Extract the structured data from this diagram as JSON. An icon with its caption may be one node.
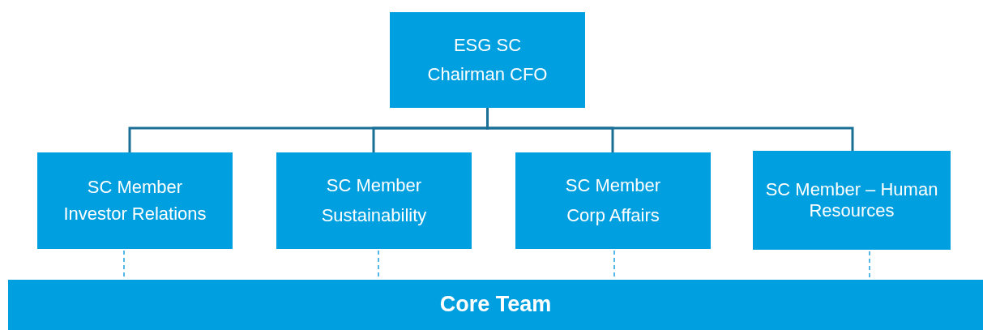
{
  "diagram": {
    "nodes": [
      {
        "text": [
          "ESG SC",
          "Chairman CFO"
        ]
      },
      {
        "text": [
          "SC Member",
          "Investor Relations"
        ]
      },
      {
        "text": [
          "SC Member",
          "Sustainability"
        ]
      },
      {
        "text": [
          "SC Member",
          "Corp Affairs"
        ]
      },
      {
        "text": [
          "SC Member – Human Resources"
        ]
      },
      {
        "text": [
          "Core Team"
        ]
      }
    ],
    "edges": [
      {
        "from": 0,
        "to": 1,
        "arrow": "none",
        "color": "#1a6f96"
      },
      {
        "from": 0,
        "to": 2,
        "arrow": "none",
        "color": "#1a6f96"
      },
      {
        "from": 0,
        "to": 3,
        "arrow": "none",
        "color": "#1a6f96"
      },
      {
        "from": 0,
        "to": 4,
        "arrow": "none",
        "color": "#1a6f96"
      },
      {
        "from": 1,
        "to": 5,
        "arrow": "none",
        "style": "dashed",
        "color": "#1ba1e2"
      },
      {
        "from": 2,
        "to": 5,
        "arrow": "none",
        "style": "dashed",
        "color": "#1ba1e2"
      },
      {
        "from": 3,
        "to": 5,
        "arrow": "none",
        "style": "dashed",
        "color": "#1ba1e2"
      },
      {
        "from": 4,
        "to": 5,
        "arrow": "none",
        "style": "dashed",
        "color": "#1ba1e2"
      }
    ]
  }
}
